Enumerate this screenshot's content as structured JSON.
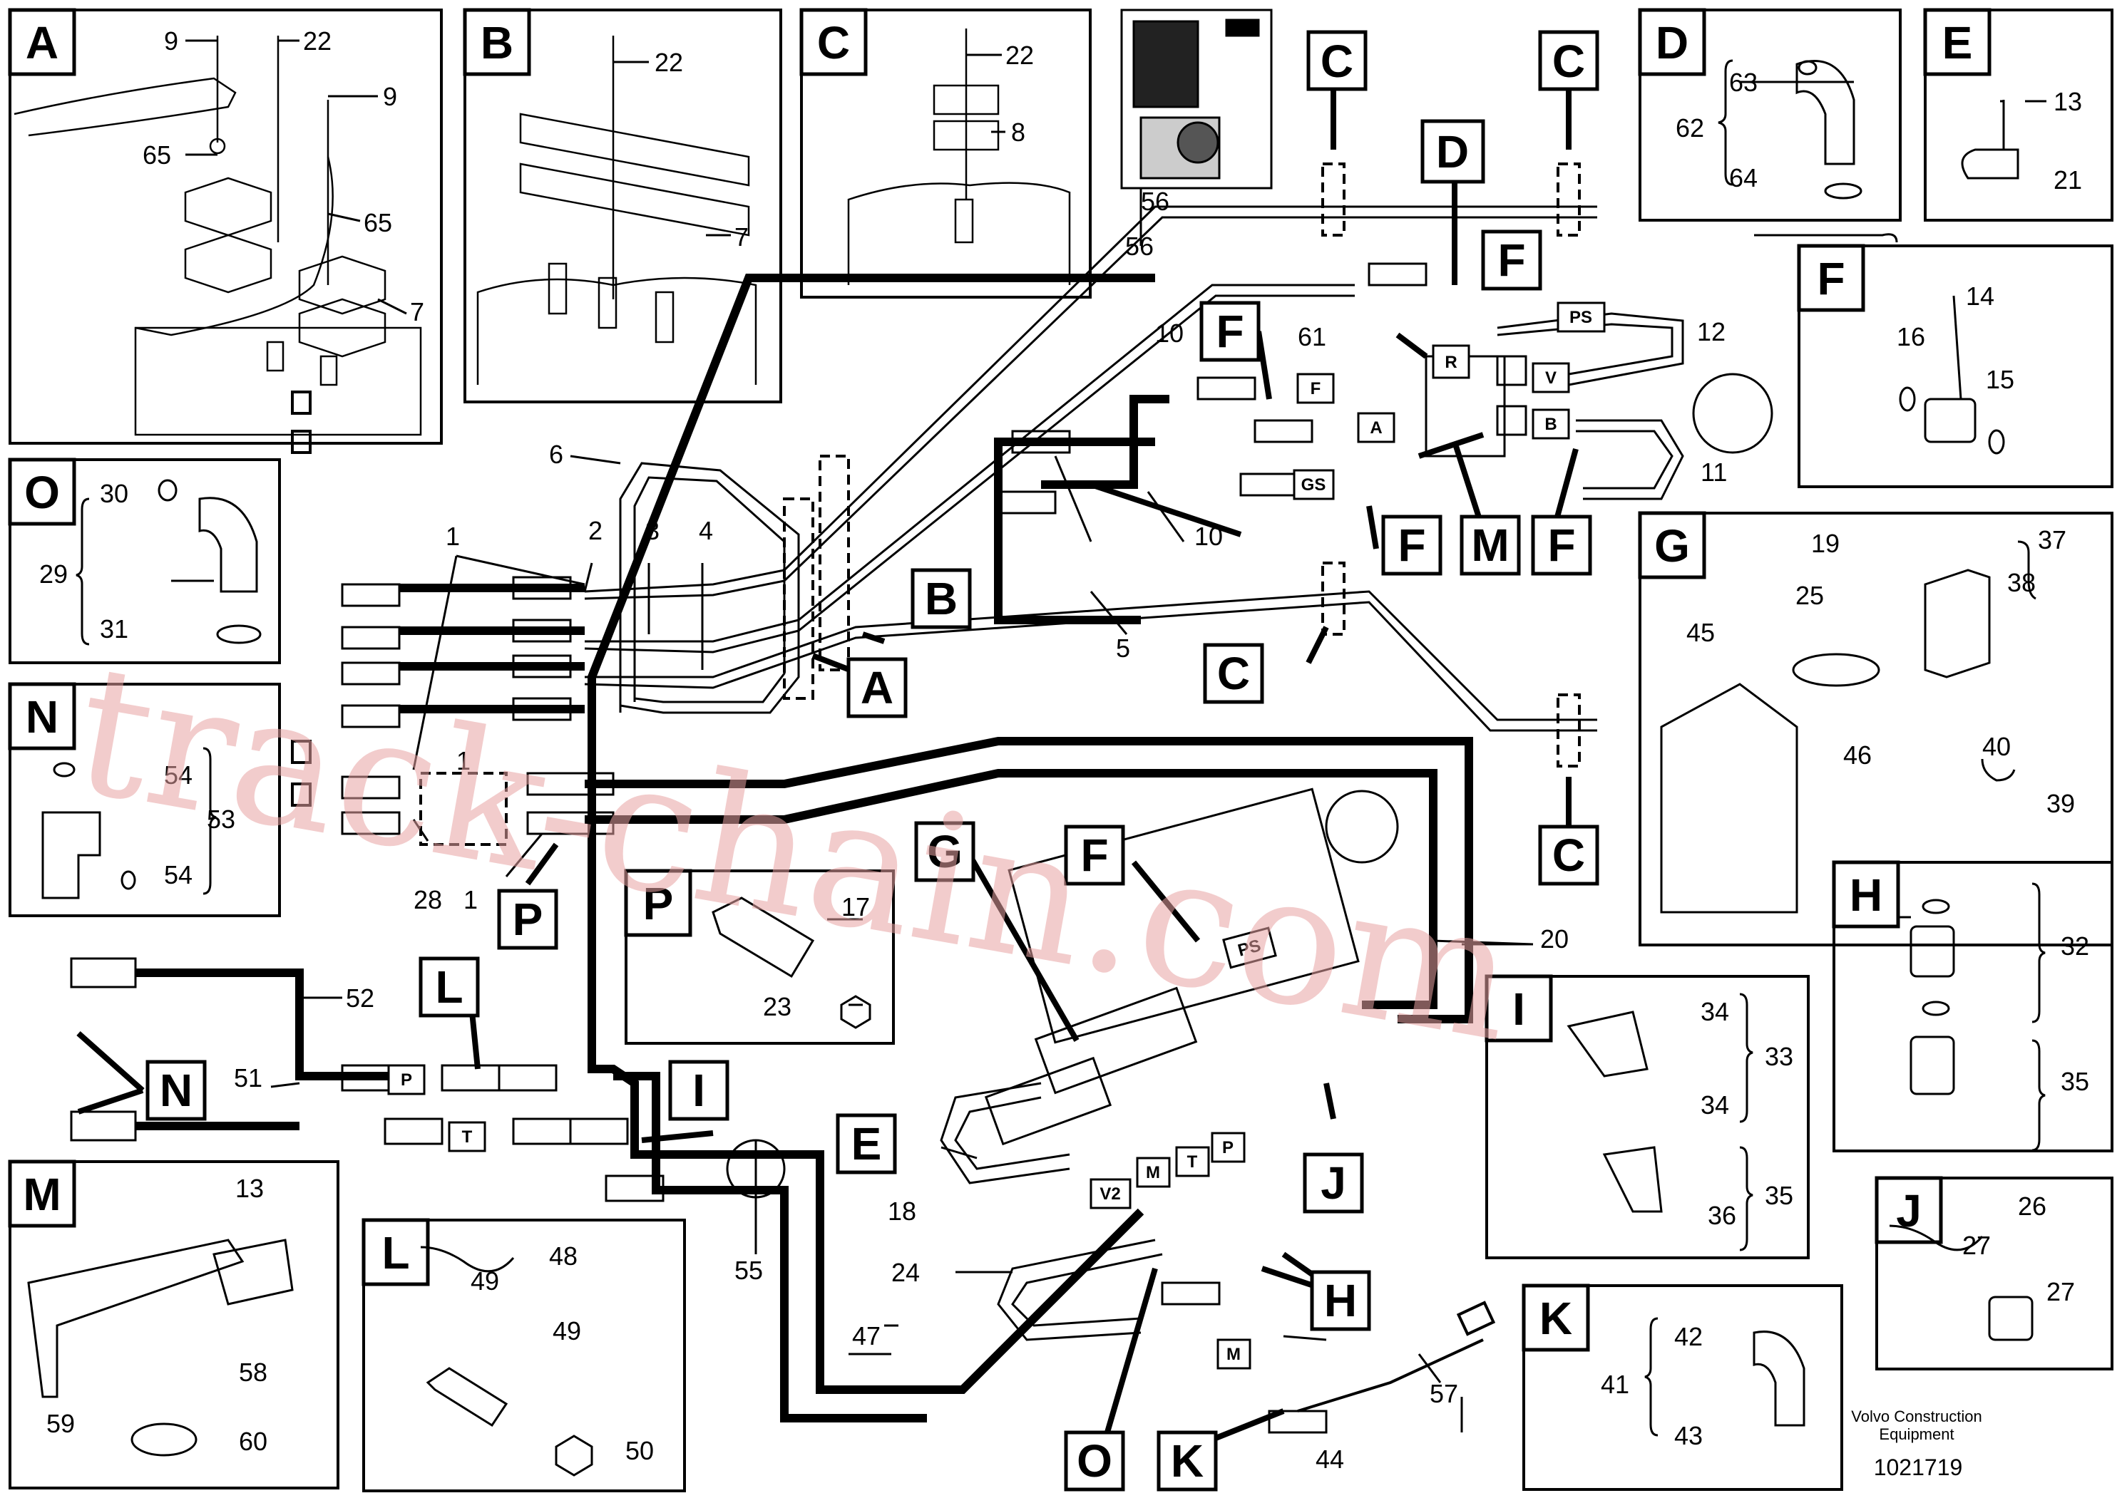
{
  "detail_letters": {
    "A": "A",
    "B": "B",
    "C": "C",
    "D": "D",
    "E": "E",
    "F": "F",
    "G": "G",
    "H": "H",
    "I": "I",
    "J": "J",
    "K": "K",
    "L": "L",
    "M": "M",
    "N": "N",
    "O": "O",
    "P": "P"
  },
  "port_tags": {
    "R": "R",
    "V": "V",
    "B": "B",
    "A": "A",
    "F": "F",
    "PS": "PS",
    "GS": "GS",
    "P": "P",
    "T": "T",
    "V2": "V2",
    "M": "M"
  },
  "part_numbers": [
    "1",
    "2",
    "3",
    "4",
    "5",
    "6",
    "7",
    "8",
    "9",
    "10",
    "11",
    "12",
    "13",
    "14",
    "15",
    "16",
    "17",
    "18",
    "19",
    "20",
    "21",
    "22",
    "23",
    "24",
    "25",
    "26",
    "27",
    "28",
    "29",
    "30",
    "31",
    "32",
    "33",
    "34",
    "35",
    "36",
    "37",
    "38",
    "39",
    "40",
    "41",
    "42",
    "43",
    "44",
    "45",
    "46",
    "47",
    "48",
    "49",
    "50",
    "51",
    "52",
    "53",
    "54",
    "55",
    "56",
    "57",
    "58",
    "59",
    "60",
    "61",
    "62",
    "63",
    "64",
    "65"
  ],
  "footer": {
    "brand_line1": "Volvo Construction",
    "brand_line2": "Equipment",
    "drawing_number": "1021719"
  },
  "watermark": "track-chain.com"
}
